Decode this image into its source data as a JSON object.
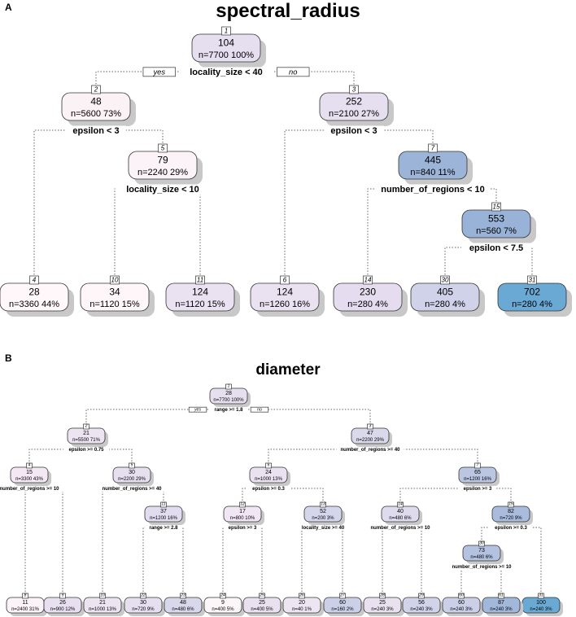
{
  "panels": [
    {
      "label": "A",
      "title": "spectral_radius",
      "nodes": [
        {
          "id": "1",
          "value": "104",
          "stats": "n=7700  100%",
          "color": "#e6dff0",
          "split": "locality_size < 40",
          "yes": "yes",
          "no": "no"
        },
        {
          "id": "2",
          "value": "48",
          "stats": "n=5600  73%",
          "color": "#fbf2f6",
          "split": "epsilon < 3"
        },
        {
          "id": "3",
          "value": "252",
          "stats": "n=2100  27%",
          "color": "#e6dff0",
          "split": "epsilon < 3"
        },
        {
          "id": "4",
          "value": "28",
          "stats": "n=3360  44%",
          "color": "#fff7fa"
        },
        {
          "id": "5",
          "value": "79",
          "stats": "n=2240  29%",
          "color": "#fbf3f7",
          "split": "locality_size < 10"
        },
        {
          "id": "6",
          "value": "124",
          "stats": "n=1260  16%",
          "color": "#ebe2f1"
        },
        {
          "id": "7",
          "value": "445",
          "stats": "n=840  11%",
          "color": "#9bb4d8",
          "split": "number_of_regions < 10"
        },
        {
          "id": "10",
          "value": "34",
          "stats": "n=1120  15%",
          "color": "#fef6f9"
        },
        {
          "id": "11",
          "value": "124",
          "stats": "n=1120  15%",
          "color": "#ebe2f1"
        },
        {
          "id": "14",
          "value": "230",
          "stats": "n=280  4%",
          "color": "#e5dcef"
        },
        {
          "id": "15",
          "value": "553",
          "stats": "n=560  7%",
          "color": "#99b2d8",
          "split": "epsilon < 7.5"
        },
        {
          "id": "30",
          "value": "405",
          "stats": "n=280  4%",
          "color": "#cfd2e8"
        },
        {
          "id": "31",
          "value": "702",
          "stats": "n=280  4%",
          "color": "#6aa9d3"
        }
      ]
    },
    {
      "label": "B",
      "title": "diameter",
      "nodes": [
        {
          "id": "1",
          "value": "28",
          "stats": "n=7700  100%",
          "color": "#e6dff0",
          "split": "range >= 1.8",
          "yes": "yes",
          "no": "no"
        },
        {
          "id": "2",
          "value": "21",
          "stats": "n=5500  71%",
          "color": "#ede4f2",
          "split": "epsilon >= 0.75"
        },
        {
          "id": "3",
          "value": "47",
          "stats": "n=2200  29%",
          "color": "#d9d9ec",
          "split": "number_of_regions >= 40"
        },
        {
          "id": "4",
          "value": "15",
          "stats": "n=3300  43%",
          "color": "#f3e8f3",
          "split": "number_of_regions >= 10"
        },
        {
          "id": "5",
          "value": "30",
          "stats": "n=2200  29%",
          "color": "#e6dff0",
          "split": "number_of_regions >= 40"
        },
        {
          "id": "6",
          "value": "24",
          "stats": "n=1000  13%",
          "color": "#eae1f1",
          "split": "epsilon >= 0.3"
        },
        {
          "id": "7",
          "value": "65",
          "stats": "n=1200  16%",
          "color": "#bac6e2",
          "split": "epsilon >= 3"
        },
        {
          "id": "8",
          "value": "11",
          "stats": "n=2400  31%",
          "color": "#fbf3f7"
        },
        {
          "id": "9",
          "value": "26",
          "stats": "n=900  12%",
          "color": "#e8e0f0"
        },
        {
          "id": "10",
          "value": "21",
          "stats": "n=1000  13%",
          "color": "#ede4f2"
        },
        {
          "id": "11",
          "value": "37",
          "stats": "n=1200  16%",
          "color": "#e1dcef",
          "split": "range >= 2.8"
        },
        {
          "id": "12",
          "value": "17",
          "stats": "n=800  10%",
          "color": "#f1e6f3",
          "split": "epsilon >= 3"
        },
        {
          "id": "13",
          "value": "52",
          "stats": "n=200  3%",
          "color": "#d4d6eb",
          "split": "locality_size >= 40"
        },
        {
          "id": "14",
          "value": "40",
          "stats": "n=480  6%",
          "color": "#dedbee",
          "split": "number_of_regions >= 10"
        },
        {
          "id": "15",
          "value": "82",
          "stats": "n=720  9%",
          "color": "#a9bcdd",
          "split": "epsilon >= 0.3"
        },
        {
          "id": "22",
          "value": "30",
          "stats": "n=720  9%",
          "color": "#e6dff0"
        },
        {
          "id": "23",
          "value": "48",
          "stats": "n=480  6%",
          "color": "#d8d8ec"
        },
        {
          "id": "24",
          "value": "9",
          "stats": "n=400  5%",
          "color": "#fdf6f9"
        },
        {
          "id": "25",
          "value": "25",
          "stats": "n=400  5%",
          "color": "#e9e0f0"
        },
        {
          "id": "26",
          "value": "20",
          "stats": "n=40  1%",
          "color": "#eee5f2"
        },
        {
          "id": "27",
          "value": "60",
          "stats": "n=160  2%",
          "color": "#cbd0e8"
        },
        {
          "id": "28",
          "value": "25",
          "stats": "n=240  3%",
          "color": "#e9e0f0"
        },
        {
          "id": "29",
          "value": "56",
          "stats": "n=240  3%",
          "color": "#d0d3ea"
        },
        {
          "id": "30",
          "value": "73",
          "stats": "n=480  6%",
          "color": "#b3c2e0",
          "split": "number_of_regions >= 10"
        },
        {
          "id": "31",
          "value": "100",
          "stats": "n=240  3%",
          "color": "#6aa9d3"
        },
        {
          "id": "60",
          "value": "60",
          "stats": "n=240  3%",
          "color": "#cbd0e8"
        },
        {
          "id": "61",
          "value": "87",
          "stats": "n=240  3%",
          "color": "#a2b8db"
        }
      ]
    }
  ],
  "colors": {
    "edge": "#666666",
    "border": "#333333",
    "shadow": "#c8c8c8",
    "text": "#000000"
  }
}
